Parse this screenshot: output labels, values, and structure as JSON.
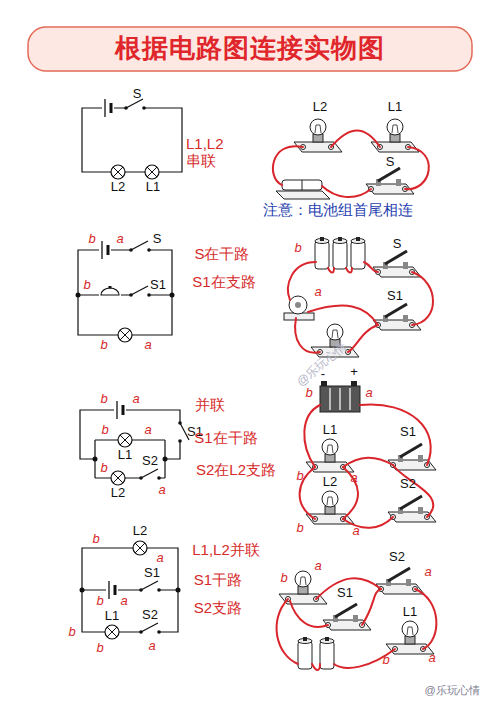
{
  "diagram": {
    "title": "根据电路图连接实物图",
    "labels": [
      "S",
      "L2",
      "L1",
      "L1,L2串联",
      "L2",
      "L1",
      "S",
      "注意：电池组首尾相连",
      "b",
      "a",
      "S",
      "b",
      "S1",
      "b",
      "a",
      "S在干路",
      "S1在支路",
      "b",
      "a",
      "S",
      "S1",
      "b",
      "a",
      "b",
      "a",
      "L1",
      "S1",
      "S2",
      "b",
      "a",
      "L2",
      "并联",
      "S1在干路",
      "S2在L2支路",
      "-",
      "+",
      "b",
      "a",
      "L1",
      "a",
      "b",
      "S1",
      "L2",
      "a",
      "b",
      "S2",
      "b",
      "L2",
      "a",
      "S1",
      "b",
      "a",
      "b",
      "L1",
      "S2",
      "b",
      "a",
      "L1,L2并联",
      "S1干路",
      "S2支路",
      "S2",
      "b",
      "a",
      "S1",
      "a",
      "L1",
      "b",
      "a",
      "@乐玩心情",
      "@乐玩心情"
    ]
  }
}
